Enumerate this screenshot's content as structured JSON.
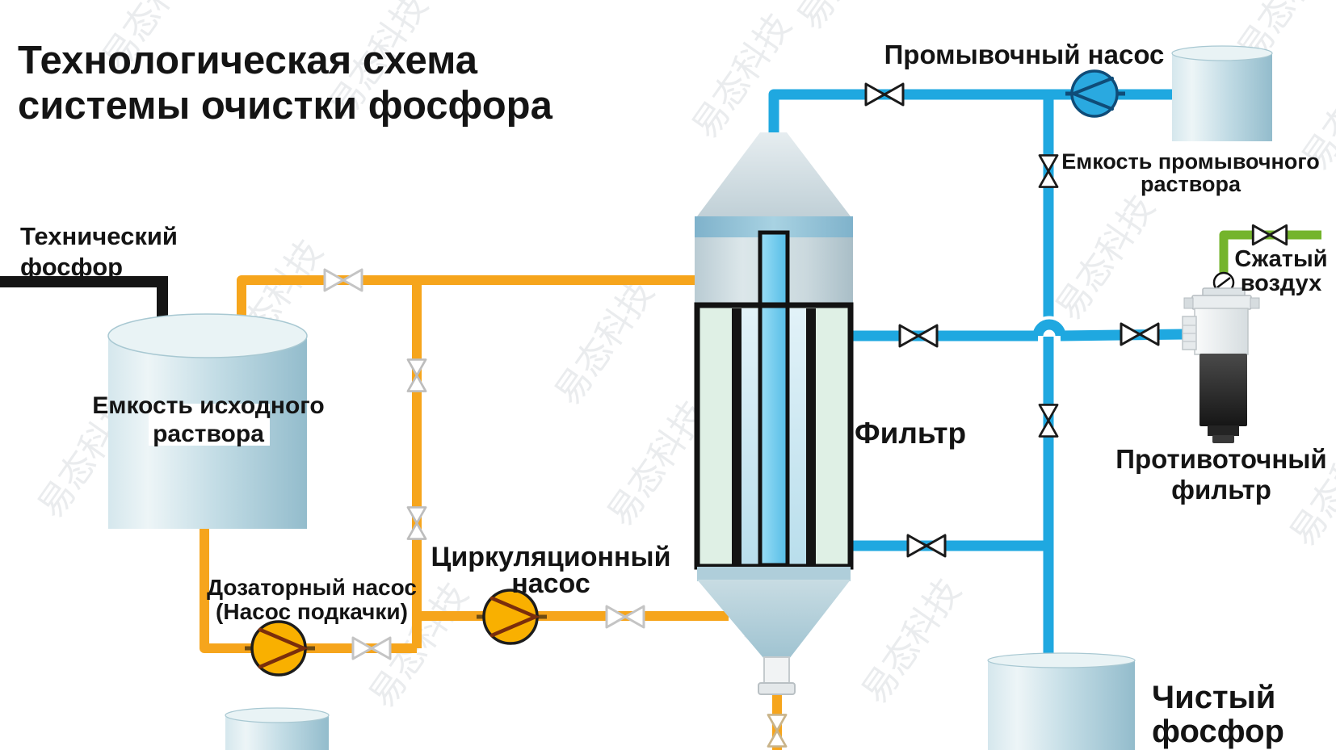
{
  "title": {
    "line1": "Технологическая схема",
    "line2": "системы очистки фосфора"
  },
  "labels": {
    "technical_phosphorus": {
      "line1": "Технический",
      "line2": "фосфор"
    },
    "source_tank": {
      "line1": "Емкость исходного",
      "line2": "раствора"
    },
    "dosing_pump": {
      "line1": "Дозаторный насос",
      "line2": "(Насос подкачки)"
    },
    "circulation_pump": {
      "line1": "Циркуляционный",
      "line2": "насос"
    },
    "filter": "Фильтр",
    "wash_pump": "Промывочный насос",
    "wash_tank": {
      "line1": "Емкость промывочного",
      "line2": "раствора"
    },
    "compressed_air": {
      "line1": "Сжатый",
      "line2": "воздух"
    },
    "counterflow_filter": {
      "line1": "Противоточный",
      "line2": "фильтр"
    },
    "clean_phosphorus": {
      "line1": "Чистый",
      "line2": "фосфор"
    }
  },
  "watermark": {
    "text": "易态科技"
  },
  "colors": {
    "pipe_orange": "#F6A51C",
    "pipe_blue": "#1FA8E0",
    "pipe_green": "#74B42C",
    "pipe_black": "#151515",
    "pump_orange_fill": "#F9B000",
    "pump_blue_fill": "#2AA9E0",
    "vessel_band_teal": "#8FC0D6",
    "filter_interior": "#DFF0E5"
  }
}
